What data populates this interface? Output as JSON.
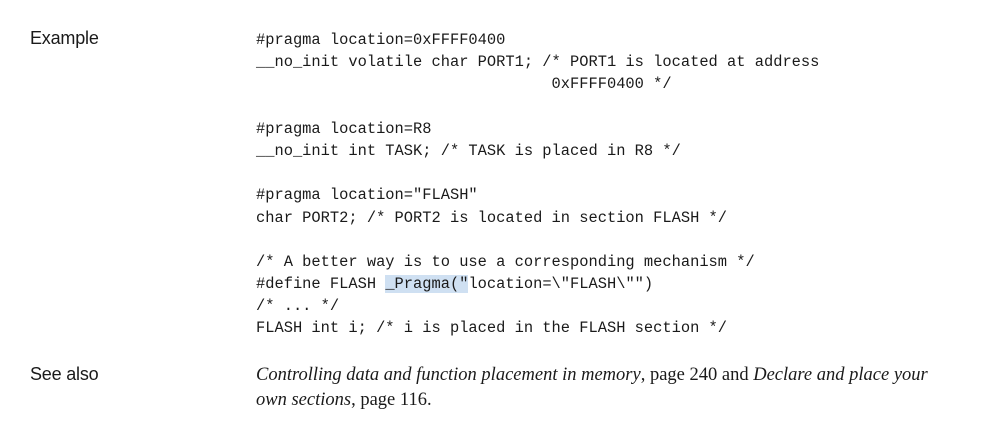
{
  "example": {
    "label": "Example",
    "code": {
      "l1": "#pragma location=0xFFFF0400",
      "l2": "__no_init volatile char PORT1; /* PORT1 is located at address",
      "l3": "                                0xFFFF0400 */",
      "l4": "#pragma location=R8",
      "l5": "__no_init int TASK; /* TASK is placed in R8 */",
      "l6": "#pragma location=\"FLASH\"",
      "l7": "char PORT2; /* PORT2 is located in section FLASH */",
      "l8": "/* A better way is to use a corresponding mechanism */",
      "l9_pre": "#define FLASH ",
      "l9_hl": "_Pragma(\"",
      "l9_post": "location=\\\"FLASH\\\"\")",
      "l10": "/* ... */",
      "l11": "FLASH int i; /* i is placed in the FLASH section */"
    }
  },
  "see_also": {
    "label": "See also",
    "link1_title": "Controlling data and function placement in memory",
    "link1_suffix": ", page 240",
    "connector": " and ",
    "link2_title": "Declare and place your own sections",
    "link2_suffix": ", page 116."
  }
}
